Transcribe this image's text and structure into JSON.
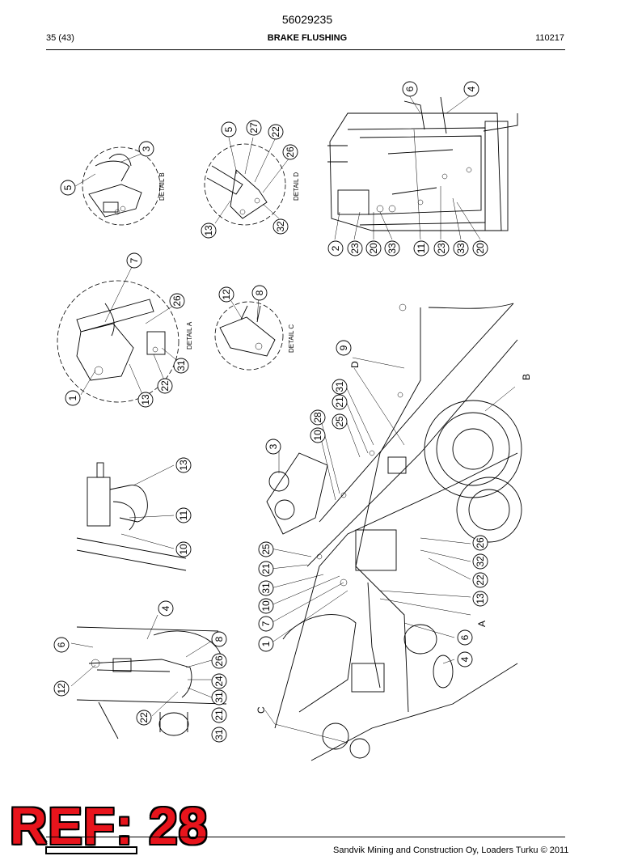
{
  "header": {
    "doc_number": "56029235",
    "page": "35 (43)",
    "title": "BRAKE FLUSHING",
    "code": "110217"
  },
  "footer": {
    "copyright": "Sandvik Mining and Construction Oy, Loaders Turku © 2011"
  },
  "stamp": "REF: 28",
  "details": {
    "a": "DETAIL A",
    "b": "DETAIL B",
    "c": "DETAIL C",
    "d": "DETAIL D"
  },
  "view_letters": [
    "A",
    "B",
    "C",
    "D"
  ],
  "callouts": {
    "right_top": [
      "6",
      "4",
      "2",
      "23",
      "20",
      "33",
      "11",
      "23",
      "33",
      "20"
    ],
    "detail_b": [
      "5",
      "3"
    ],
    "detail_d": [
      "5",
      "27",
      "22",
      "26",
      "13",
      "32"
    ],
    "detail_a": [
      "7",
      "26",
      "1",
      "13",
      "22",
      "31"
    ],
    "detail_c": [
      "12",
      "8"
    ],
    "left_mid": [
      "13",
      "11",
      "10"
    ],
    "left_bottom": [
      "4",
      "6",
      "12",
      "8",
      "26",
      "24",
      "22",
      "31",
      "21",
      "31"
    ],
    "main_left": [
      "9",
      "31",
      "21",
      "25",
      "28",
      "10",
      "3",
      "25",
      "21",
      "31",
      "10",
      "7",
      "1"
    ],
    "main_right": [
      "26",
      "32",
      "22",
      "13",
      "6",
      "4"
    ]
  }
}
